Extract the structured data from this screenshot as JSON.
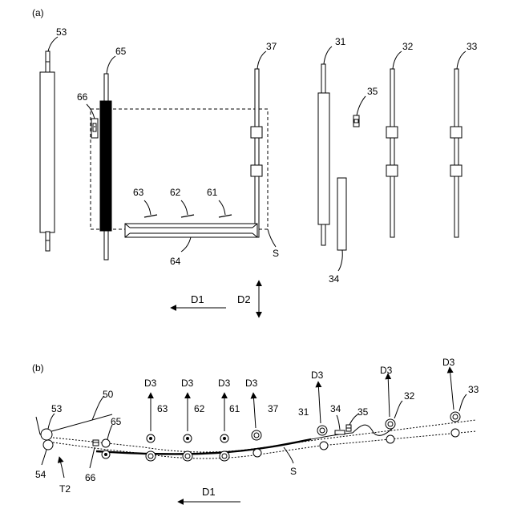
{
  "panel_a": {
    "caption": "(a)",
    "labels": {
      "l53": "53",
      "l65": "65",
      "l66": "66",
      "l37": "37",
      "l31": "31",
      "l32": "32",
      "l33": "33",
      "l35": "35",
      "l63": "63",
      "l62": "62",
      "l61": "61",
      "l64": "64",
      "lS": "S",
      "l34": "34",
      "lD1": "D1",
      "lD2": "D2"
    }
  },
  "panel_b": {
    "caption": "(b)",
    "labels": {
      "l50": "50",
      "l53": "53",
      "l65": "65",
      "l63": "63",
      "l62": "62",
      "l61": "61",
      "l37": "37",
      "l31": "31",
      "l34": "34",
      "l35": "35",
      "l32": "32",
      "l33": "33",
      "l54": "54",
      "l66": "66",
      "lT2": "T2",
      "lS": "S",
      "lD1": "D1"
    },
    "d3_label": "D3"
  }
}
